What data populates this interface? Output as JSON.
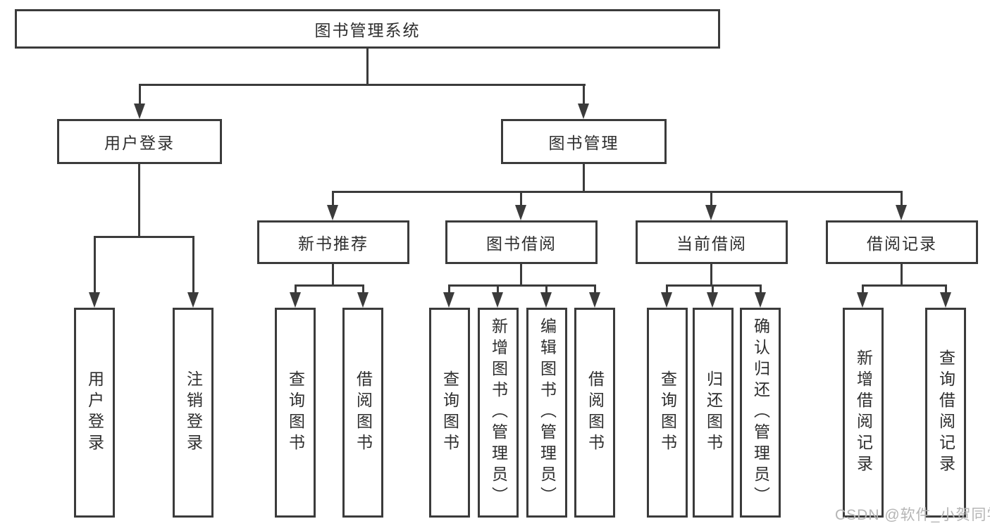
{
  "diagram": {
    "root": {
      "label": "图书管理系统"
    },
    "level2": [
      {
        "label": "用户登录"
      },
      {
        "label": "图书管理"
      }
    ],
    "level3": [
      {
        "label": "新书推荐"
      },
      {
        "label": "图书借阅"
      },
      {
        "label": "当前借阅"
      },
      {
        "label": "借阅记录"
      }
    ],
    "leaves_user_login": [
      "用户登录",
      "注销登录"
    ],
    "leaves_new_book": [
      "查询图书",
      "借阅图书"
    ],
    "leaves_book_borrow": [
      "查询图书",
      "新增图书（管理员）",
      "编辑图书（管理员）",
      "借阅图书"
    ],
    "leaves_current_borrow": [
      "查询图书",
      "归还图书",
      "确认归还（管理员）"
    ],
    "leaves_borrow_record": [
      "新增借阅记录",
      "查询借阅记录"
    ]
  },
  "watermark": {
    "text": "CSDN @软件_小贺同学"
  },
  "colors": {
    "line": "#3b3b3b",
    "text": "#2e2e2e",
    "watermark": "#b5b5b5"
  }
}
